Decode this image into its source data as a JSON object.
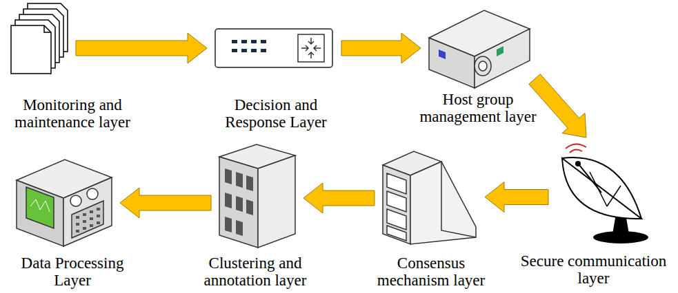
{
  "diagram": {
    "nodes": [
      {
        "text": [
          "Monitoring and maintenance layer"
        ]
      },
      {
        "text": [
          "Decision and Response Layer"
        ]
      },
      {
        "text": [
          "Host group management layer"
        ]
      },
      {
        "text": [
          "Secure communication layer"
        ]
      },
      {
        "text": [
          "Consensus mechanism layer"
        ]
      },
      {
        "text": [
          "Clustering and annotation layer"
        ]
      },
      {
        "text": [
          "Data Processing Layer"
        ]
      }
    ],
    "edges": [
      {
        "from": 0,
        "to": 1,
        "arrow": "to"
      },
      {
        "from": 1,
        "to": 2,
        "arrow": "to"
      },
      {
        "from": 2,
        "to": 3,
        "arrow": "to"
      },
      {
        "from": 3,
        "to": 4,
        "arrow": "to"
      },
      {
        "from": 4,
        "to": 5,
        "arrow": "to"
      },
      {
        "from": 5,
        "to": 6,
        "arrow": "to"
      }
    ]
  }
}
